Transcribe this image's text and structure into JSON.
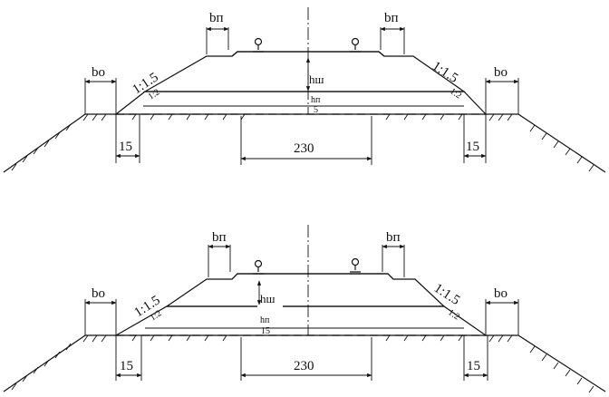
{
  "diagrams": [
    {
      "top_width_label_left": "bп",
      "top_width_label_right": "bп",
      "shoulder_label_left": "bо",
      "shoulder_label_right": "bо",
      "slope_ratio_left": "1:1.5",
      "slope_ratio_right": "1:1.5",
      "slope_small_left": "1:2",
      "slope_small_right": "1:2",
      "ballast_height_label": "hш",
      "sub_ballast_height_label": "hп",
      "small_dim": "5",
      "bottom_dim": "230",
      "edge_dim_left": "15",
      "edge_dim_right": "15"
    },
    {
      "top_width_label_left": "bп",
      "top_width_label_right": "bп",
      "shoulder_label_left": "bо",
      "shoulder_label_right": "bо",
      "slope_ratio_left": "1:1.5",
      "slope_ratio_right": "1:1.5",
      "slope_small_left": "1:2",
      "slope_small_right": "1:2",
      "ballast_height_label": "hш",
      "sub_ballast_height_label": "hп",
      "small_dim": "15",
      "bottom_dim": "230",
      "edge_dim_left": "15",
      "edge_dim_right": "15"
    }
  ]
}
